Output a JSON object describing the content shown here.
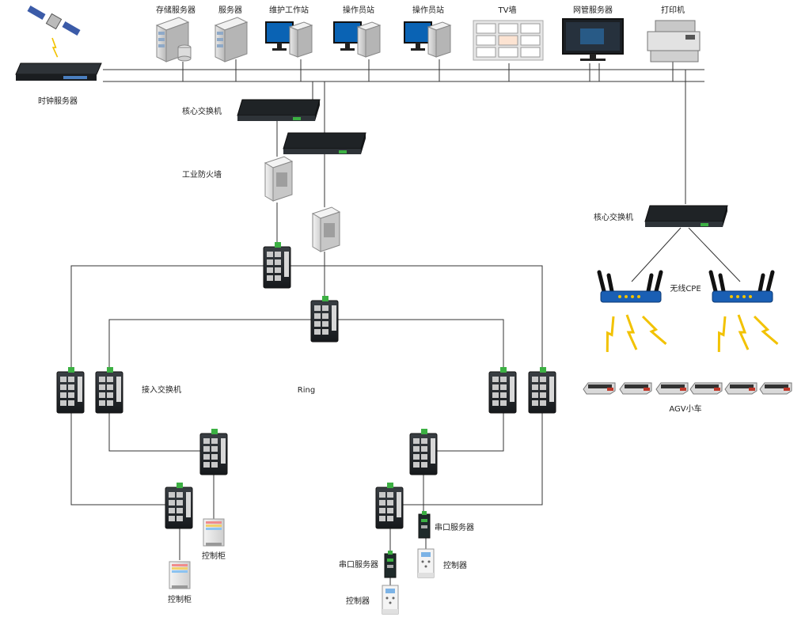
{
  "labels": {
    "storage_server": "存储服务器",
    "server": "服务器",
    "maintenance_station": "维护工作站",
    "operator_station_1": "操作员站",
    "operator_station_2": "操作员站",
    "tv_wall": "TV墙",
    "nms_server": "网管服务器",
    "printer": "打印机",
    "clock_server": "时钟服务器",
    "core_switch_main": "核心交换机",
    "industrial_firewall": "工业防火墙",
    "core_switch_right": "核心交换机",
    "wireless_cpe": "无线CPE",
    "agv": "AGV小车",
    "access_switch": "接入交换机",
    "ring": "Ring",
    "serial_server_1": "串口服务器",
    "serial_server_2": "串口服务器",
    "controller_1": "控制器",
    "controller_2": "控制器",
    "control_cabinet_1": "控制柜",
    "control_cabinet_2": "控制柜"
  },
  "colors": {
    "line": "#333333",
    "switch_body": "#2b2f33",
    "monitor_screen": "#0a63b4",
    "router_blue": "#1a5fb4",
    "lightning": "#f2c200",
    "port_green": "#3cb043"
  }
}
